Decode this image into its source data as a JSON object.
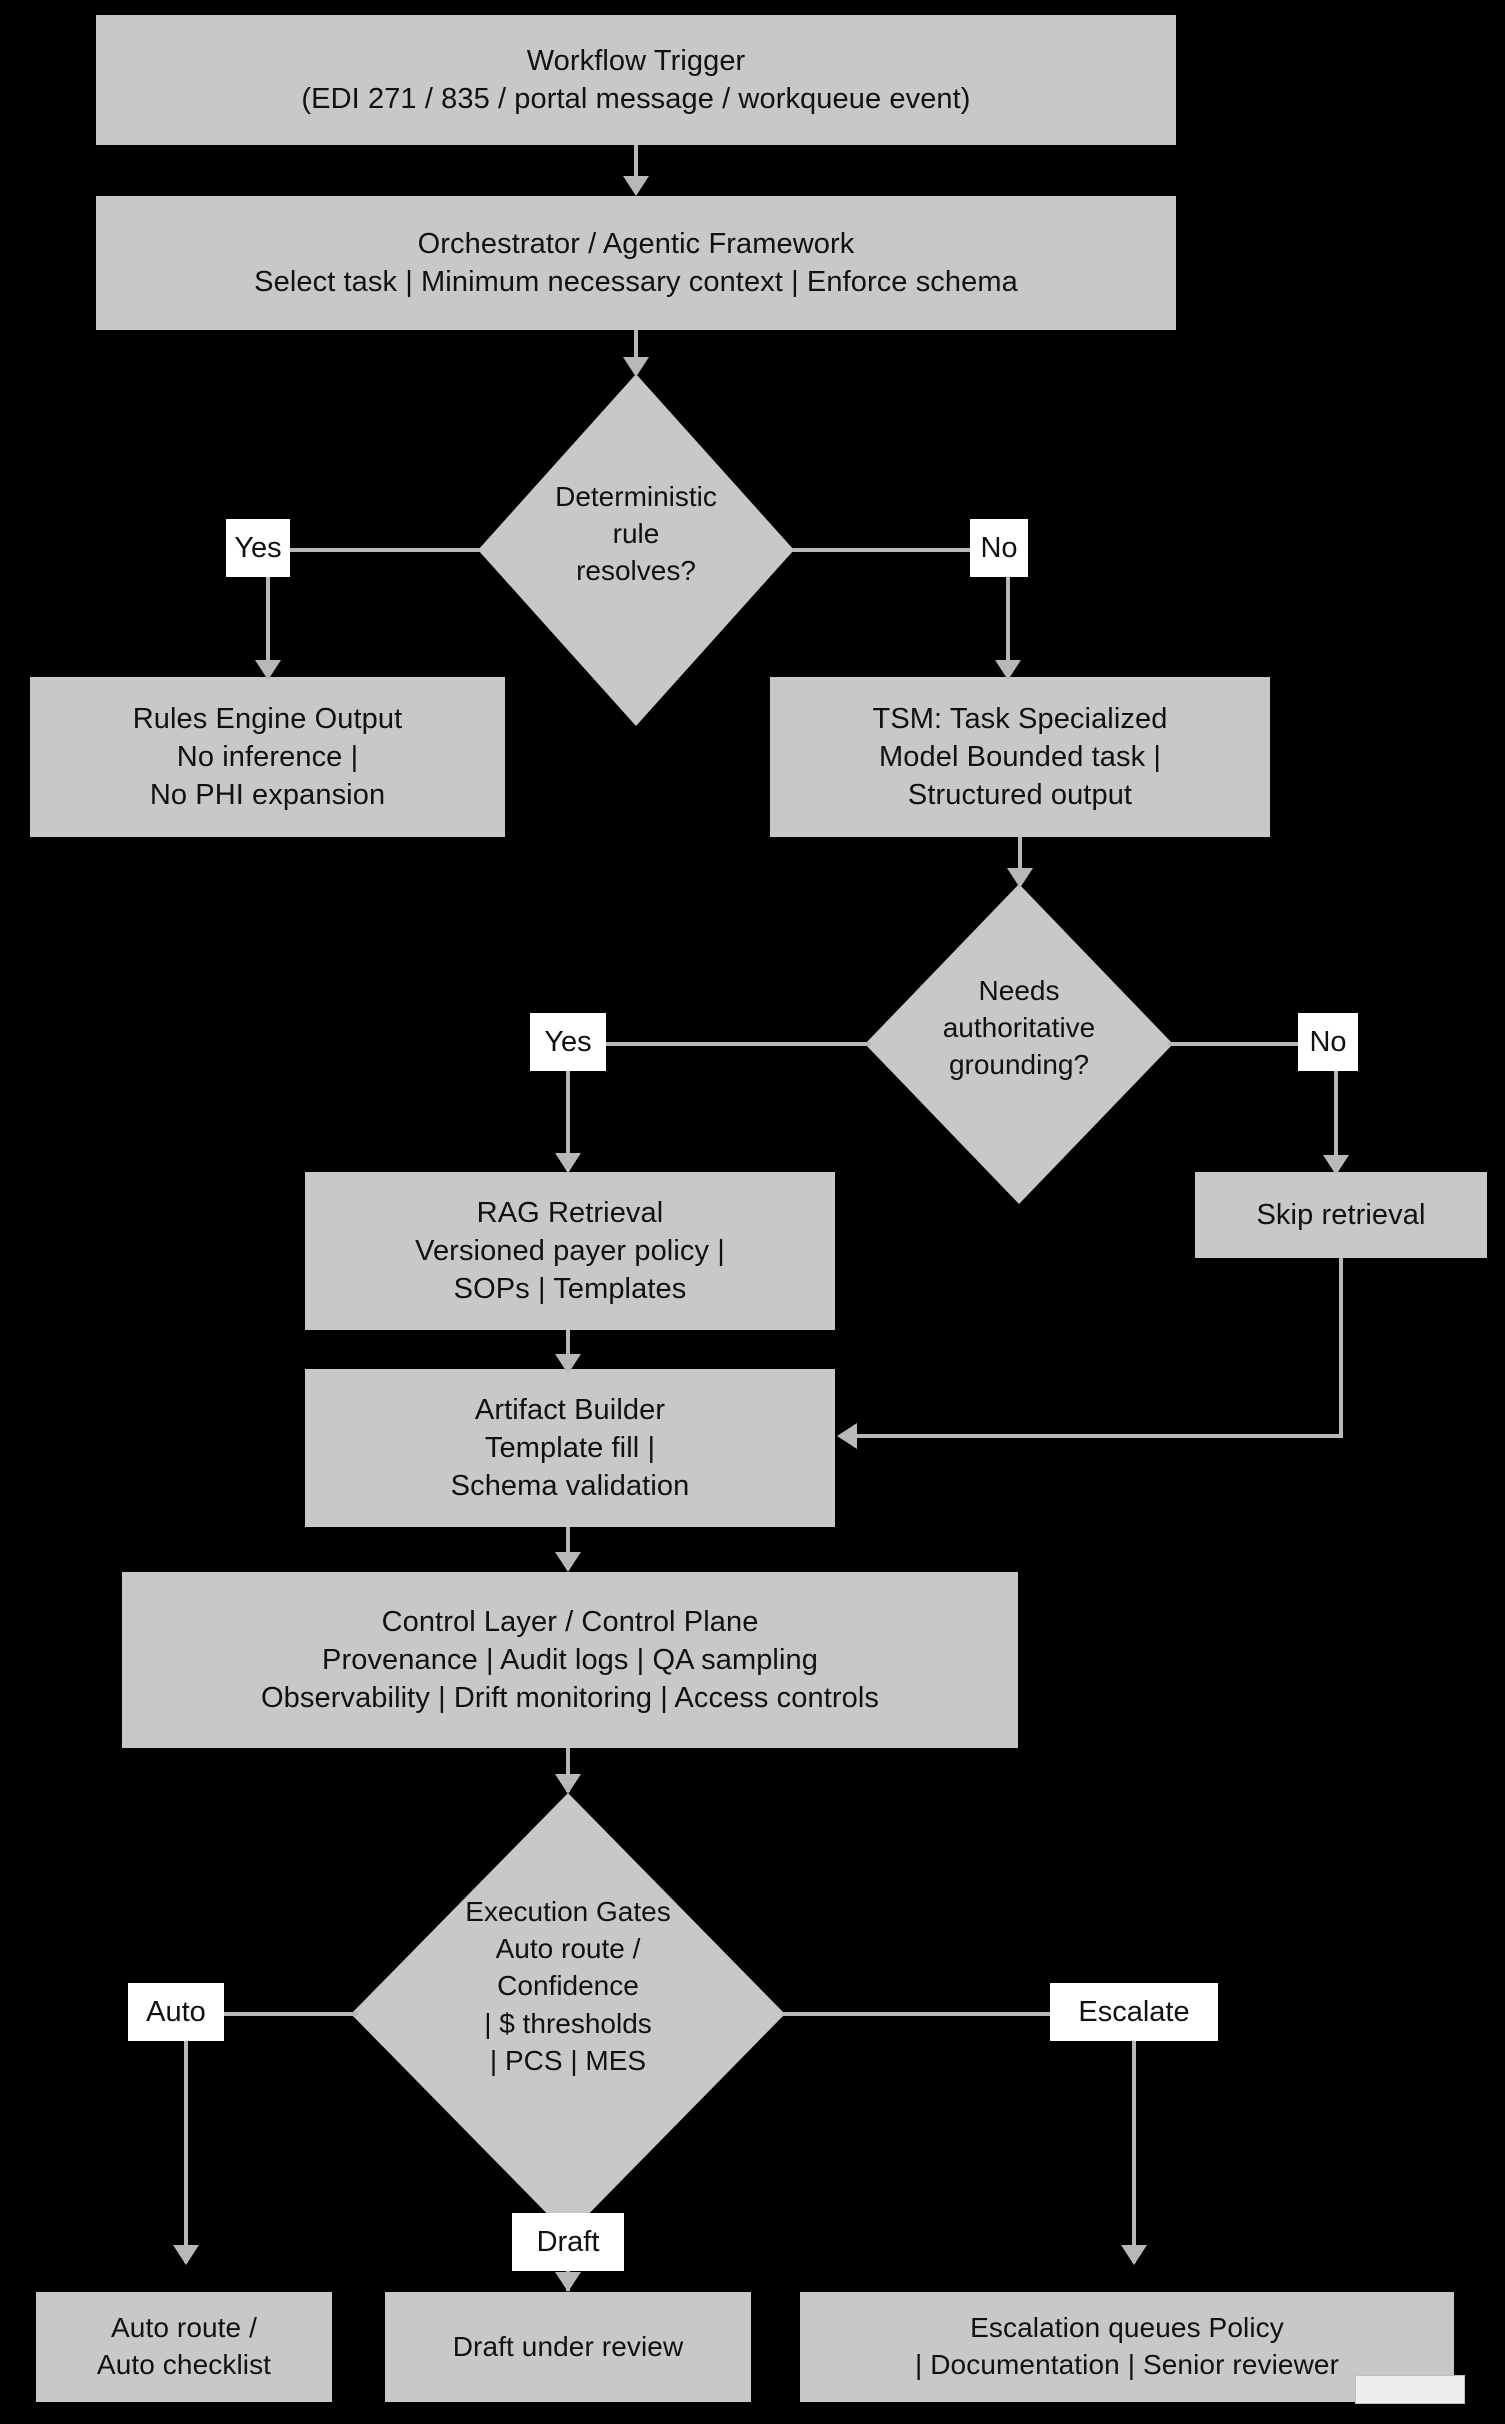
{
  "diagram": {
    "title": "Agentic Healthcare Workflow Decision Flow",
    "background_color": "#000000",
    "node_fill": "#c8c8c8",
    "label_chip_fill": "#ffffff",
    "connector_color": "#b8b8b8",
    "text_color": "#111111"
  },
  "nodes": {
    "workflow_trigger": {
      "line1": "Workflow Trigger",
      "line2": "(EDI 271 / 835 / portal message / workqueue event)"
    },
    "orchestrator": {
      "line1": "Orchestrator / Agentic Framework",
      "line2": "Select task  |  Minimum necessary context  |  Enforce schema"
    },
    "deterministic_decision": {
      "line1": "Deterministic",
      "line2": "rule",
      "line3": "resolves?"
    },
    "rules_engine": {
      "line1": "Rules Engine Output",
      "line2": "No inference  |",
      "line3": "No PHI expansion"
    },
    "tsm": {
      "line1": "TSM: Task Specialized",
      "line2": "Model Bounded task  |",
      "line3": "Structured output"
    },
    "grounding_decision": {
      "line1": "Needs",
      "line2": "authoritative",
      "line3": "grounding?"
    },
    "rag_retrieval": {
      "line1": "RAG Retrieval",
      "line2": "Versioned payer policy  |",
      "line3": "SOPs  |  Templates"
    },
    "skip_retrieval": {
      "line1": "Skip retrieval"
    },
    "artifact_builder": {
      "line1": "Artifact Builder",
      "line2": "Template fill  |",
      "line3": "Schema validation"
    },
    "control_layer": {
      "line1": "Control Layer / Control Plane",
      "line2": "Provenance  |  Audit logs  |  QA sampling",
      "line3": "Observability  |  Drift monitoring  |  Access controls"
    },
    "execution_gates": {
      "line1": "Execution Gates",
      "line2": "Auto route /",
      "line3": "Confidence",
      "line4": "|  $ thresholds",
      "line5": "|  PCS  |  MES"
    },
    "auto_route_outcome": {
      "line1": "Auto route /",
      "line2": "Auto checklist"
    },
    "draft_review_outcome": {
      "line1": "Draft under review"
    },
    "escalation_outcome": {
      "line1": "Escalation queues Policy",
      "line2": "|  Documentation  |  Senior reviewer"
    }
  },
  "edge_labels": {
    "deterministic_yes": "Yes",
    "deterministic_no": "No",
    "grounding_yes": "Yes",
    "grounding_no": "No",
    "gates_auto": "Auto",
    "gates_escalate": "Escalate",
    "gates_draft": "Draft"
  }
}
